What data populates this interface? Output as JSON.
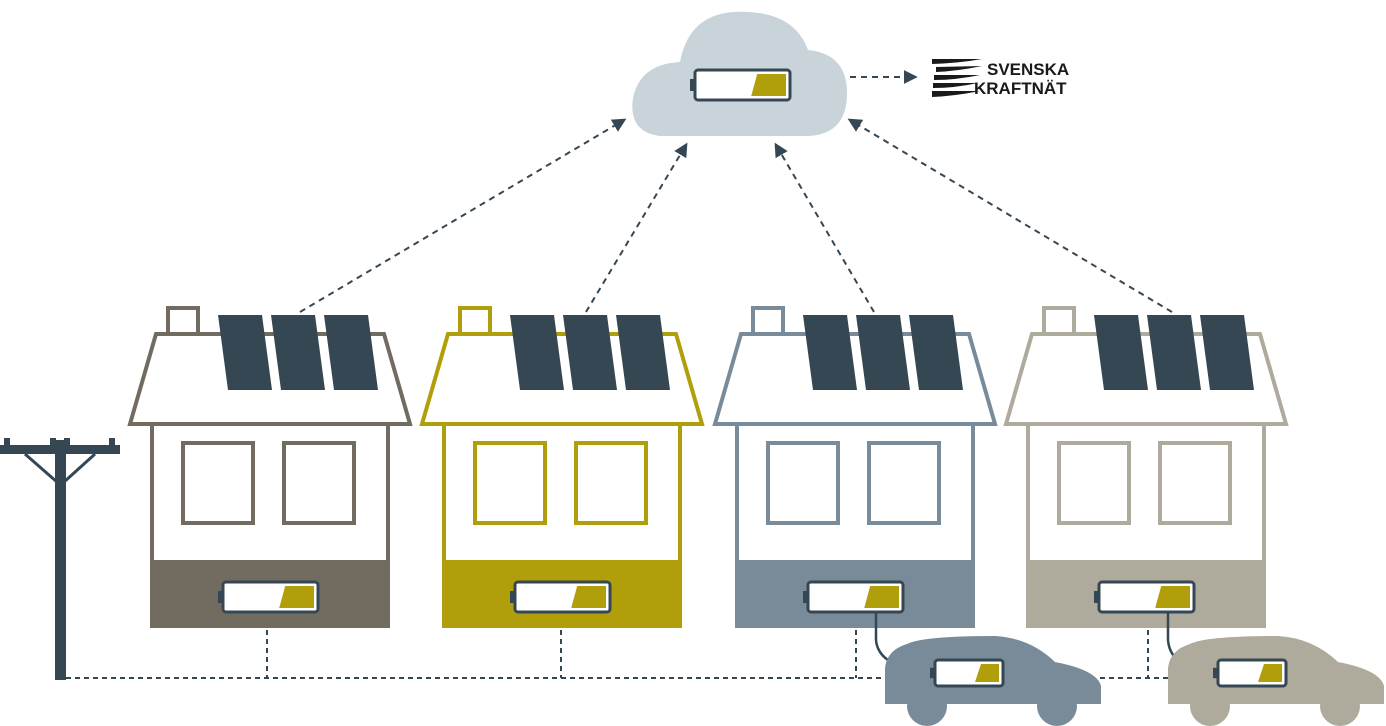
{
  "logo": {
    "line1": "SVENSKA",
    "line2": "KRAFTNÄT",
    "icon": "svenska-kraftnat-logo-mark"
  },
  "colors": {
    "navy": "#364754",
    "cloud": "#c8d3da",
    "battery_fill": "#b09e0b",
    "houses": [
      "#716c5f",
      "#b09e0b",
      "#798b98",
      "#aeaa9c"
    ],
    "cars": [
      "#798b98",
      "#aeaa9c"
    ]
  },
  "diagram": {
    "houses": [
      {
        "id": "house-1",
        "battery_charge": 0.4
      },
      {
        "id": "house-2",
        "battery_charge": 0.4
      },
      {
        "id": "house-3",
        "battery_charge": 0.4,
        "has_car": true
      },
      {
        "id": "house-4",
        "battery_charge": 0.4,
        "has_car": true
      }
    ],
    "cloud_battery_charge": 0.4,
    "icons": [
      "cloud-icon",
      "battery-icon",
      "solar-panel-icon",
      "utility-pole-icon",
      "car-icon",
      "dashed-arrow-icon"
    ]
  }
}
